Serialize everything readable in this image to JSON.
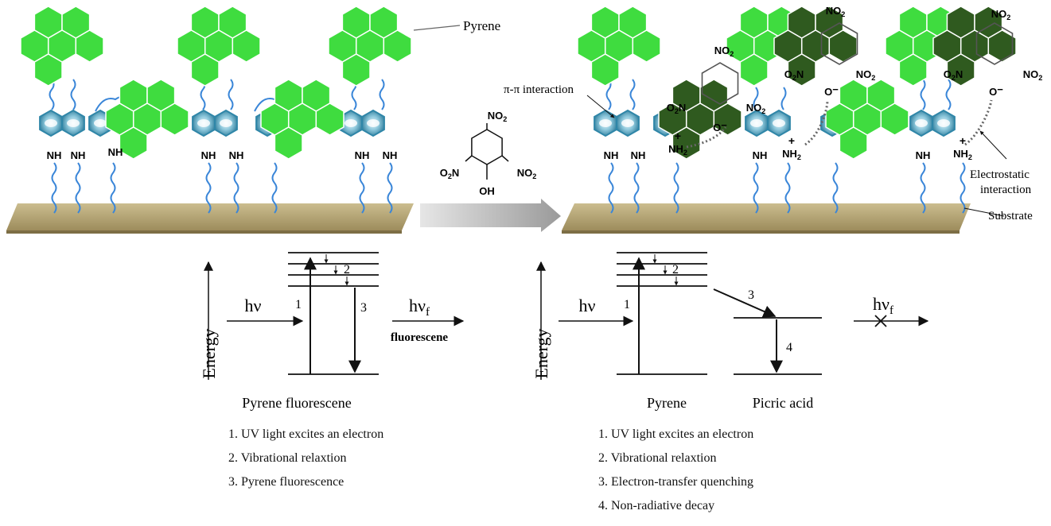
{
  "top": {
    "pyrene_label": "Pyrene",
    "pi_pi_label": "π-π interaction",
    "electrostatic_label_line1": "Electrostatic",
    "electrostatic_label_line2": "interaction",
    "substrate_label": "Substrate",
    "nh": "NH",
    "nh2": "NH",
    "nh2_sub": "2",
    "no2": "NO",
    "no2_sub": "2",
    "o2n_pre": "O",
    "o2n_sub": "2",
    "o2n_post": "N",
    "o_minus": "O",
    "minus": "−",
    "plus": "+",
    "oh": "OH"
  },
  "left_diagram": {
    "energy_label": "Energy",
    "hv": "hν",
    "hvf": "hν",
    "hvf_sub": "f",
    "fluorescence_word": "fluorescene",
    "step1": "1",
    "step2": "2",
    "step3": "3",
    "caption": "Pyrene fluorescene",
    "list": [
      "1. UV light excites an electron",
      "2. Vibrational relaxtion",
      "3. Pyrene fluorescence"
    ]
  },
  "right_diagram": {
    "energy_label": "Energy",
    "hv": "hν",
    "hvf": "hν",
    "hvf_sub": "f",
    "step1": "1",
    "step2": "2",
    "step3": "3",
    "step4": "4",
    "caption_pyrene": "Pyrene",
    "caption_picric": "Picric acid",
    "list": [
      "1. UV light excites an electron",
      "2. Vibrational relaxtion",
      "3. Electron-transfer quenching",
      "4. Non-radiative decay"
    ]
  },
  "colors": {
    "pyrene_green": "#3fdc3f",
    "picric_dark_green": "#2f5a1f",
    "substrate": "#a89868",
    "chain_blue": "#3a86d8",
    "ring_teal": "#2f86a8"
  }
}
